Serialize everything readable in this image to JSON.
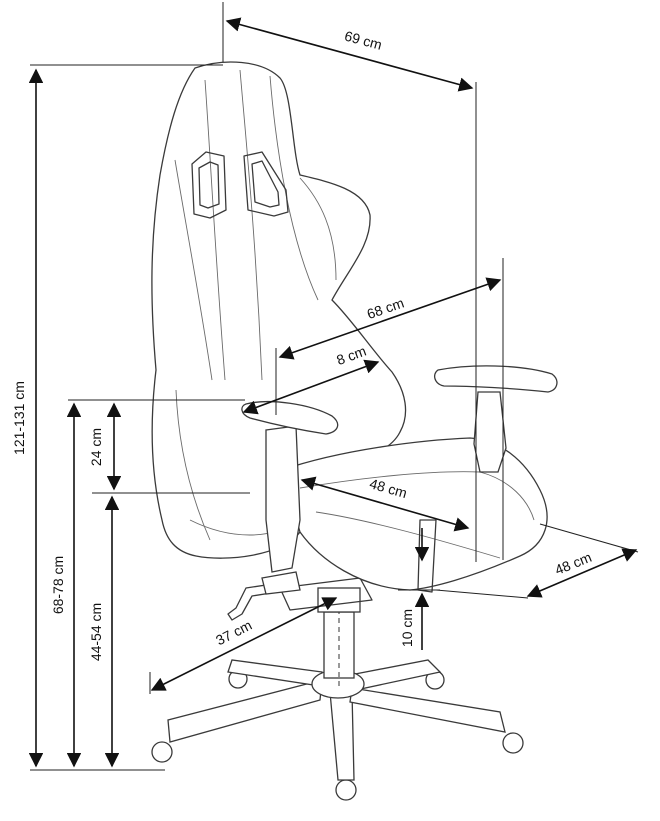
{
  "dimensions": {
    "total_height": "121-131 cm",
    "armrest_height": "68-78 cm",
    "seat_height": "44-54 cm",
    "armrest_above_seat": "24 cm",
    "overall_depth": "69 cm",
    "arm_span_depth": "68 cm",
    "armrest_width": "8 cm",
    "seat_depth": "48 cm",
    "seat_width": "48 cm",
    "base_radius": "37 cm",
    "seat_adjust": "10 cm"
  }
}
